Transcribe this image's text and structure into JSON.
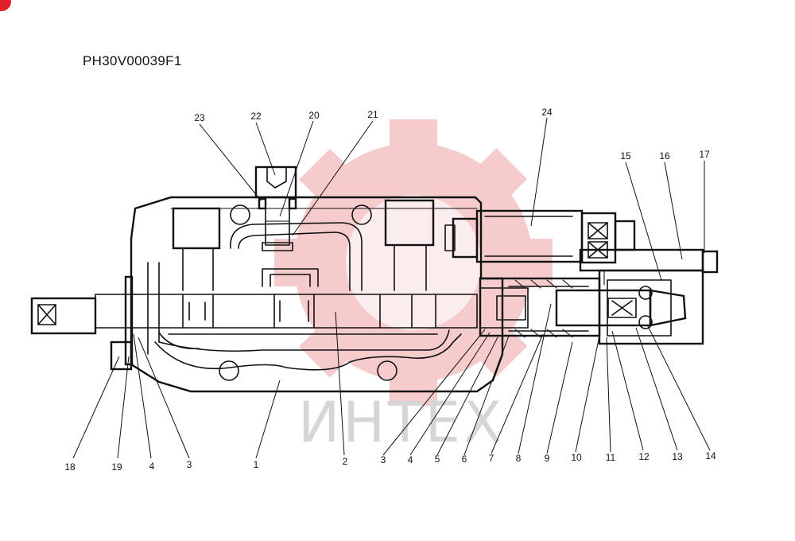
{
  "drawing_code": "PH30V00039F1",
  "watermark_text": "ИНТЕХ",
  "colors": {
    "logo_red": "#f4c2c4",
    "line": "#111111",
    "corner_dot": "#e0202a"
  },
  "callouts": [
    {
      "id": "23",
      "label": "23"
    },
    {
      "id": "22",
      "label": "22"
    },
    {
      "id": "20",
      "label": "20"
    },
    {
      "id": "21",
      "label": "21"
    },
    {
      "id": "24",
      "label": "24"
    },
    {
      "id": "15",
      "label": "15"
    },
    {
      "id": "16",
      "label": "16"
    },
    {
      "id": "17",
      "label": "17"
    },
    {
      "id": "18",
      "label": "18"
    },
    {
      "id": "19",
      "label": "19"
    },
    {
      "id": "4a",
      "label": "4"
    },
    {
      "id": "3a",
      "label": "3"
    },
    {
      "id": "1",
      "label": "1"
    },
    {
      "id": "2",
      "label": "2"
    },
    {
      "id": "3b",
      "label": "3"
    },
    {
      "id": "4b",
      "label": "4"
    },
    {
      "id": "5",
      "label": "5"
    },
    {
      "id": "6",
      "label": "6"
    },
    {
      "id": "7",
      "label": "7"
    },
    {
      "id": "8",
      "label": "8"
    },
    {
      "id": "9",
      "label": "9"
    },
    {
      "id": "10",
      "label": "10"
    },
    {
      "id": "11",
      "label": "11"
    },
    {
      "id": "12",
      "label": "12"
    },
    {
      "id": "13",
      "label": "13"
    },
    {
      "id": "14",
      "label": "14"
    }
  ]
}
